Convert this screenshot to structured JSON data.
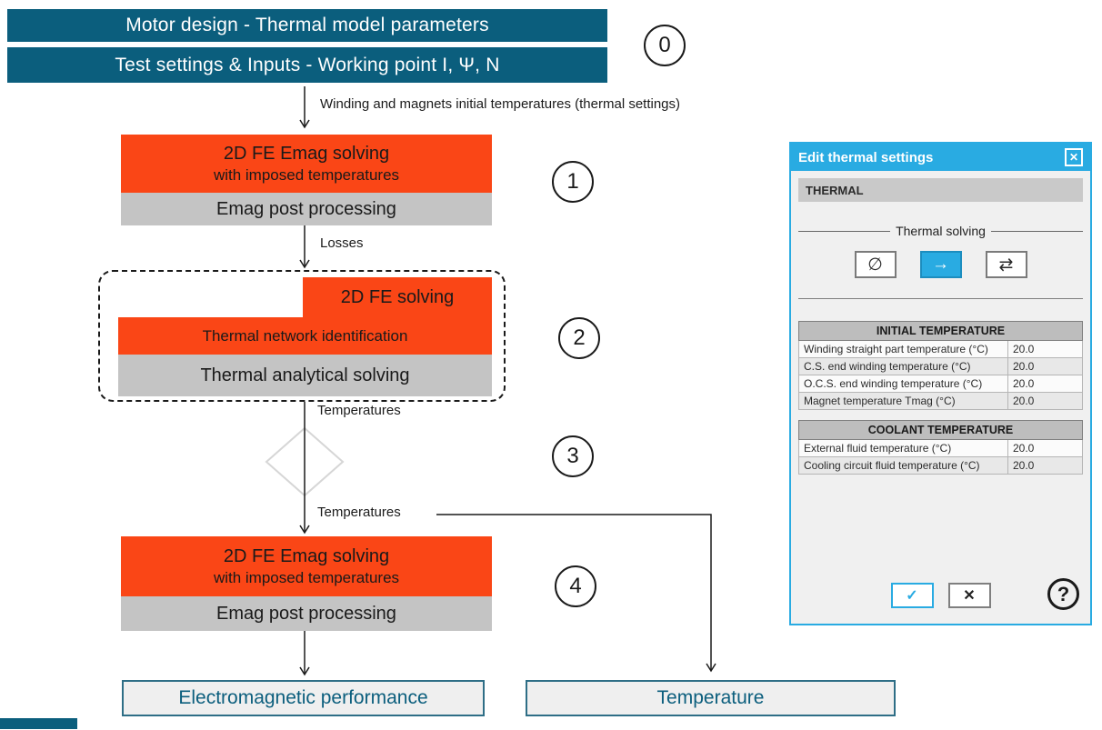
{
  "colors": {
    "teal": "#0b5e7d",
    "orange": "#fa4616",
    "gray_box": "#c4c4c4",
    "dialog_accent": "#29abe2",
    "dialog_background": "#f0f0f0"
  },
  "flow": {
    "header_boxes": [
      "Motor design - Thermal model parameters",
      "Test settings & Inputs - Working point I, Ψ, N"
    ],
    "badges": [
      "0",
      "1",
      "2",
      "3",
      "4"
    ],
    "arrow_labels": [
      "Winding and magnets initial temperatures (thermal settings)",
      "Losses",
      "Temperatures",
      "Temperatures"
    ],
    "step1": {
      "title": "2D FE Emag solving",
      "subtitle": "with imposed temperatures",
      "post": "Emag post processing"
    },
    "step2": {
      "fe_solving": "2D FE solving",
      "network": "Thermal network identification",
      "analytical": "Thermal analytical solving"
    },
    "step4": {
      "title": "2D FE Emag solving",
      "subtitle": "with imposed temperatures",
      "post": "Emag post processing"
    },
    "outputs": [
      "Electromagnetic performance",
      "Temperature"
    ]
  },
  "panel": {
    "title": "Edit thermal settings",
    "close_icon": "✕",
    "section_header": "THERMAL",
    "fieldset_label": "Thermal solving",
    "solve_icons": [
      "∅",
      "→",
      "⇄"
    ],
    "tables": [
      {
        "header": "INITIAL TEMPERATURE",
        "rows": [
          {
            "label": "Winding straight part temperature (°C)",
            "value": "20.0"
          },
          {
            "label": "C.S. end winding temperature (°C)",
            "value": "20.0"
          },
          {
            "label": "O.C.S. end winding temperature (°C)",
            "value": "20.0"
          },
          {
            "label": "Magnet temperature Tmag (°C)",
            "value": "20.0"
          }
        ]
      },
      {
        "header": "COOLANT TEMPERATURE",
        "rows": [
          {
            "label": "External fluid temperature (°C)",
            "value": "20.0"
          },
          {
            "label": "Cooling circuit fluid temperature (°C)",
            "value": "20.0"
          }
        ]
      }
    ],
    "ok_icon": "✓",
    "cancel_icon": "✕",
    "help_icon": "?"
  }
}
